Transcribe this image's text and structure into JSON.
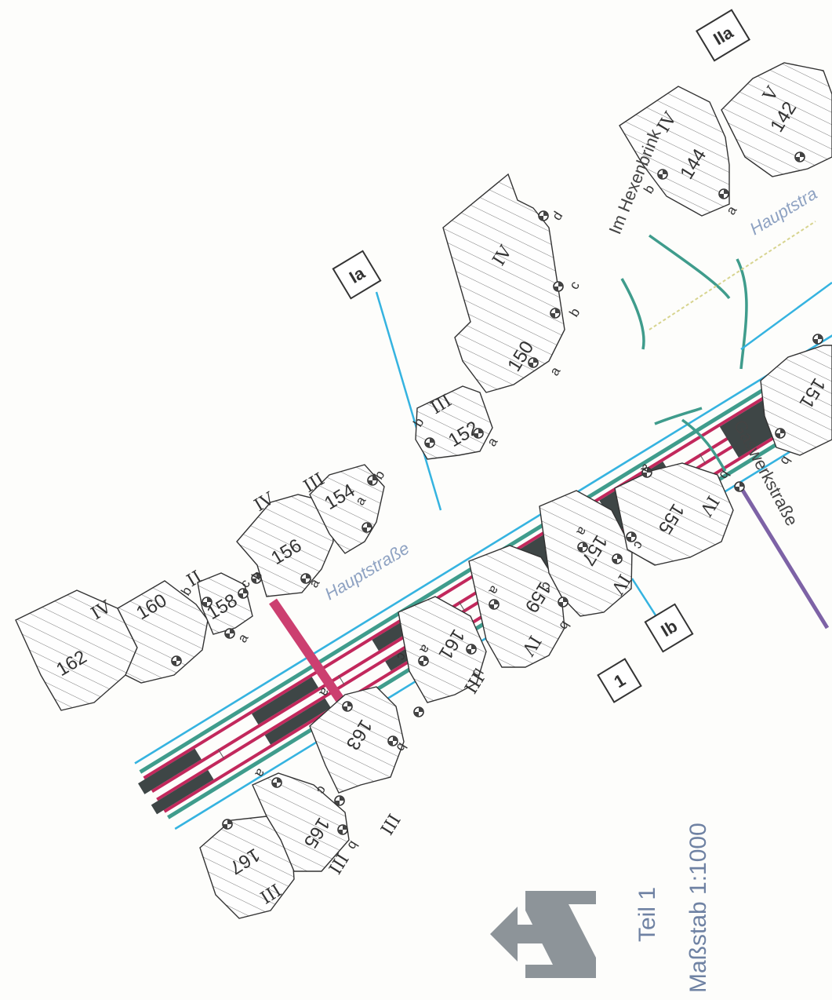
{
  "streets": {
    "hauptstrasse_main": "Hauptstraße",
    "hauptstrasse_upper": "Hauptstra",
    "im_hexenbrink": "Im Hexenbrink",
    "gaswerkstrasse": "Gaswerkstraße"
  },
  "sections": {
    "ia": "Ia",
    "ib": "Ib",
    "iia": "IIa",
    "part_number": "1"
  },
  "legend": {
    "part": "Teil 1",
    "scale": "Maßstab 1:1000"
  },
  "buildings_north": [
    {
      "number": "162",
      "floors": "IV"
    },
    {
      "number": "160",
      "floors": ""
    },
    {
      "number": "158",
      "floors": "II"
    },
    {
      "number": "156",
      "floors": "IV"
    },
    {
      "number": "154",
      "floors": "III"
    },
    {
      "number": "152",
      "floors": "III"
    },
    {
      "number": "150",
      "floors": "IV"
    },
    {
      "number": "144",
      "floors": "IV"
    },
    {
      "number": "142",
      "floors": "V"
    }
  ],
  "buildings_south": [
    {
      "number": "167",
      "floors": "III"
    },
    {
      "number": "165",
      "floors": "III"
    },
    {
      "number": "163",
      "floors": "III"
    },
    {
      "number": "161",
      "floors": "III"
    },
    {
      "number": "159",
      "floors": "IV"
    },
    {
      "number": "157",
      "floors": "IV"
    },
    {
      "number": "155",
      "floors": "IV"
    },
    {
      "number": "151",
      "floors": ""
    }
  ],
  "point_letters": {
    "a": "a",
    "b": "b",
    "c": "c",
    "d": "d"
  },
  "colors": {
    "cyan_line": "#35b3e0",
    "teal_line": "#3f9c8c",
    "crimson_line": "#c2285c",
    "track_fill": "#3e4646",
    "section_marker": "#cc3f70",
    "gaswerk_marker": "#7d62a6",
    "north_arrow": "#8d9499"
  },
  "icons": {
    "north_arrow": "north-arrow-icon",
    "measure_point": "measure-point-icon"
  }
}
